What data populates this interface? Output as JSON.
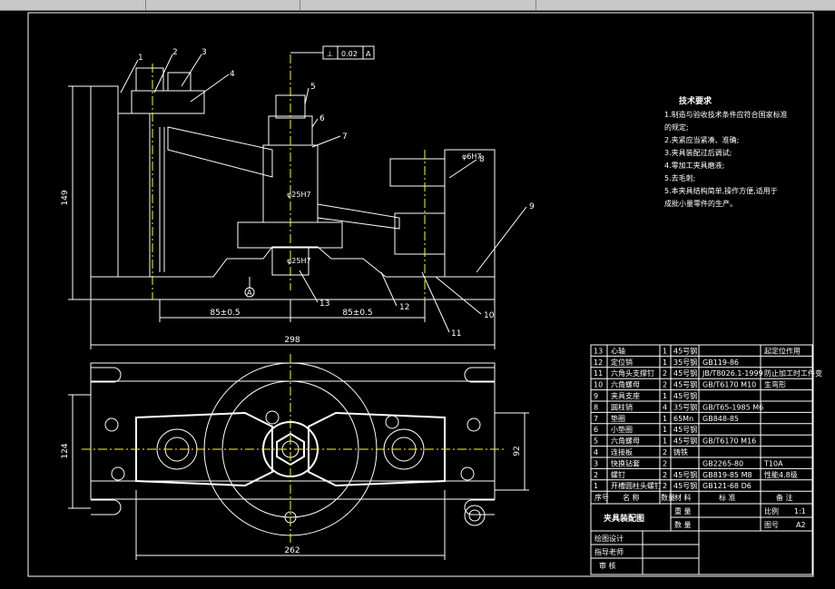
{
  "title_block": {
    "drawing_title": "夹具装配图",
    "designer_label": "绘图设计",
    "advisor_label": "指导老师",
    "reviewer_label": "审 核",
    "weight_label": "重 量",
    "quantity_label": "数 量",
    "scale_label": "比例",
    "scale_value": "1:1",
    "sheet_label": "图号",
    "sheet_value": "A2"
  },
  "parts_table": {
    "headers": [
      "序号",
      "名 称",
      "数量",
      "材 料",
      "标 准",
      "备 注"
    ],
    "rows": [
      {
        "no": "13",
        "name": "心轴",
        "qty": "1",
        "material": "45号钢",
        "standard": "",
        "remark": "起定位作用"
      },
      {
        "no": "12",
        "name": "定位销",
        "qty": "1",
        "material": "35号钢",
        "standard": "GB119-86",
        "remark": ""
      },
      {
        "no": "11",
        "name": "六角头支撑钉",
        "qty": "2",
        "material": "45号钢",
        "standard": "JB/T8026.1-1999",
        "remark": "防止加工时工件变"
      },
      {
        "no": "10",
        "name": "六角螺母",
        "qty": "2",
        "material": "45号钢",
        "standard": "GB/T6170 M10",
        "remark": "生弯形"
      },
      {
        "no": "9",
        "name": "夹具支座",
        "qty": "1",
        "material": "45号钢",
        "standard": "",
        "remark": ""
      },
      {
        "no": "8",
        "name": "圆柱销",
        "qty": "4",
        "material": "35号钢",
        "standard": "GB/T65-1985 M6",
        "remark": ""
      },
      {
        "no": "7",
        "name": "垫圈",
        "qty": "1",
        "material": "65Mn",
        "standard": "GB848-85",
        "remark": ""
      },
      {
        "no": "6",
        "name": "小垫圈",
        "qty": "1",
        "material": "45号钢",
        "standard": "",
        "remark": ""
      },
      {
        "no": "5",
        "name": "六角螺母",
        "qty": "1",
        "material": "45号钢",
        "standard": "GB/T6170 M16",
        "remark": ""
      },
      {
        "no": "4",
        "name": "连接板",
        "qty": "2",
        "material": "铸铁",
        "standard": "",
        "remark": ""
      },
      {
        "no": "3",
        "name": "快换钻套",
        "qty": "2",
        "material": "",
        "standard": "GB2265-80",
        "remark": "T10A"
      },
      {
        "no": "2",
        "name": "螺钉",
        "qty": "2",
        "material": "45号钢",
        "standard": "GB819-85 M8",
        "remark": "性能4.8级"
      },
      {
        "no": "1",
        "name": "开槽圆柱头螺钉",
        "qty": "2",
        "material": "45号钢",
        "standard": "GB121-68 D6",
        "remark": ""
      }
    ]
  },
  "notes": {
    "heading": "技术要求",
    "lines": [
      "1.制造与验收技术条件应符合国家标准",
      "的规定;",
      "2.夹紧应当紧凑、准确;",
      "3.夹具装配过后调试;",
      "4.零加工夹具磨液;",
      "5.去毛刺;",
      "5.本夹具结构简单,操作方便,适用于",
      "成批小量零件的生产。"
    ]
  },
  "dimensions": {
    "height_front": "149",
    "left_span": "85±0.5",
    "right_span": "85±0.5",
    "overall_front": "298",
    "height_top": "124",
    "center_top": "92",
    "overall_top": "262",
    "bore_1": "φ25H7",
    "bore_2": "φ25H7",
    "hole_small": "φ6H7",
    "datum": "A",
    "tolerance": {
      "symbol": "⊥",
      "value": "0.02",
      "datum": "A"
    }
  },
  "balloons": [
    "1",
    "2",
    "3",
    "4",
    "5",
    "6",
    "7",
    "8",
    "9",
    "10",
    "11",
    "12",
    "13"
  ],
  "colors": {
    "background": "#000000",
    "lines": "#ffffff",
    "centerlines": "#ffff00",
    "balloons": "#00ff00"
  }
}
